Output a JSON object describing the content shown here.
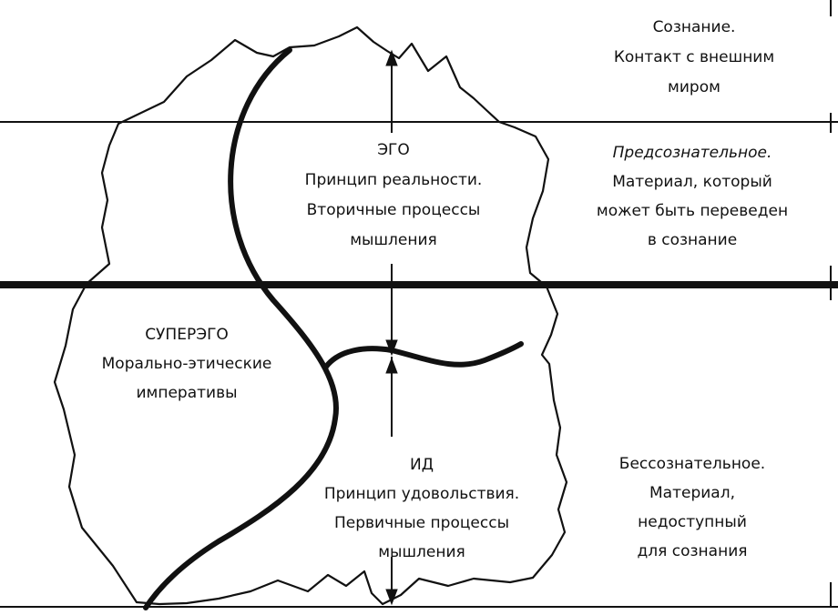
{
  "colors": {
    "ink": "#111111",
    "background": "#ffffff"
  },
  "regions": {
    "ego": {
      "title": "ЭГО",
      "lines": [
        "Принцип реальности.",
        "Вторичные процессы",
        "мышления"
      ]
    },
    "superego": {
      "title": "СУПЕРЭГО",
      "lines": [
        "Морально-этические",
        "императивы"
      ]
    },
    "id": {
      "title": "ИД",
      "lines": [
        "Принцип удовольствия.",
        "Первичные процессы",
        "мышления"
      ]
    }
  },
  "levels": {
    "conscious": {
      "title": "Сознание.",
      "lines": [
        "Контакт с внешним",
        "миром"
      ]
    },
    "preconscious": {
      "title": "Предсознательное.",
      "lines": [
        "Материал, который",
        "может быть переведен",
        "в сознание"
      ]
    },
    "unconscious": {
      "title": "Бессознательное.",
      "lines": [
        "Материал,",
        "недоступный",
        "для сознания"
      ]
    }
  }
}
